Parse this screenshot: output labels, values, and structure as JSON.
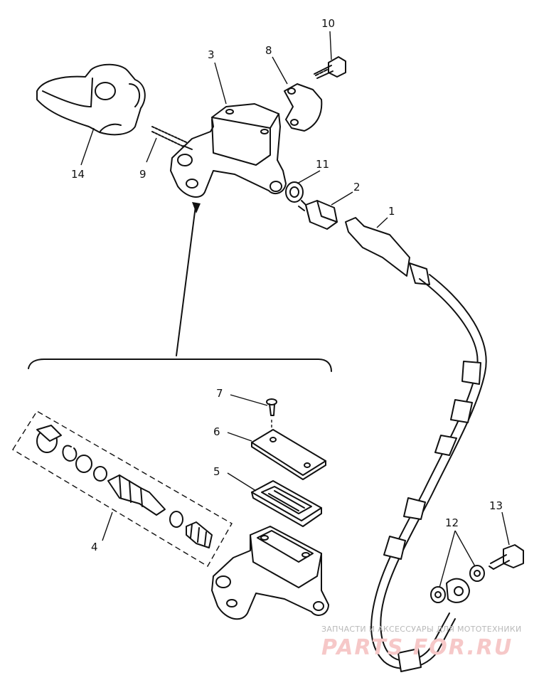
{
  "callouts": [
    {
      "id": "1",
      "text": "1"
    },
    {
      "id": "2",
      "text": "2"
    },
    {
      "id": "3",
      "text": "3"
    },
    {
      "id": "4",
      "text": "4"
    },
    {
      "id": "5",
      "text": "5"
    },
    {
      "id": "6",
      "text": "6"
    },
    {
      "id": "7",
      "text": "7"
    },
    {
      "id": "8",
      "text": "8"
    },
    {
      "id": "9",
      "text": "9"
    },
    {
      "id": "10",
      "text": "10"
    },
    {
      "id": "11",
      "text": "11"
    },
    {
      "id": "12",
      "text": "12"
    },
    {
      "id": "13",
      "text": "13"
    },
    {
      "id": "14",
      "text": "14"
    }
  ],
  "watermark": {
    "caption": "ЗАПЧАСТИ И АКСЕССУАРЫ ДЛЯ МОТОТЕХНИКИ",
    "brand": "PARTS FOR.RU"
  }
}
